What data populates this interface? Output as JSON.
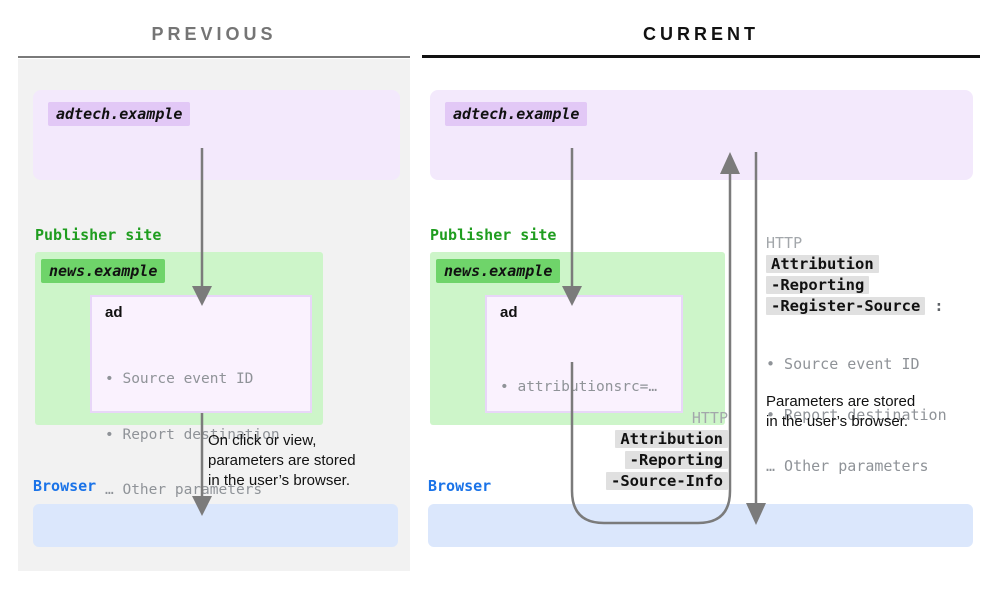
{
  "titles": {
    "previous": "PREVIOUS",
    "current": "CURRENT"
  },
  "panels": {
    "previous": {
      "adtech_label": "adtech.example",
      "publisher_label": "Publisher site",
      "news_label": "news.example",
      "ad_title": "ad",
      "ad_params": [
        "• Source event ID",
        "• Report destination",
        "… Other parameters"
      ],
      "note_lines": [
        "On click or view,",
        "parameters are stored",
        "in the user’s browser."
      ],
      "browser_label": "Browser"
    },
    "current": {
      "adtech_label": "adtech.example",
      "publisher_label": "Publisher site",
      "news_label": "news.example",
      "ad_title": "ad",
      "ad_params": [
        "• attributionsrc=…"
      ],
      "response_headers": {
        "protocol": "HTTP",
        "lines": [
          "Attribution",
          "-Reporting",
          "-Register-Source"
        ],
        "colon": " :",
        "params": [
          "• Source event ID",
          "• Report destination",
          "… Other parameters"
        ]
      },
      "request_headers": {
        "protocol": "HTTP",
        "lines": [
          "Attribution",
          "-Reporting",
          "-Source-Info"
        ]
      },
      "note_lines": [
        "Parameters are stored",
        "in the user’s browser."
      ],
      "browser_label": "Browser"
    }
  },
  "colors": {
    "adtech_box": "#f3e9fc",
    "adtech_chip": "#e2c8f6",
    "publisher_box": "#cdf5c9",
    "news_chip": "#6fd46a",
    "publisher_text": "#1f9d1f",
    "ad_box": "#faf2fe",
    "ad_box_border": "#e8d6f8",
    "browser_text": "#1a73e8",
    "browser_box": "#dbe7fc",
    "arrow_gray": "#7b7b7b",
    "header_chip": "#e0e0e0",
    "muted_text": "#8f9398",
    "panel_bg": "#f2f2f2"
  }
}
